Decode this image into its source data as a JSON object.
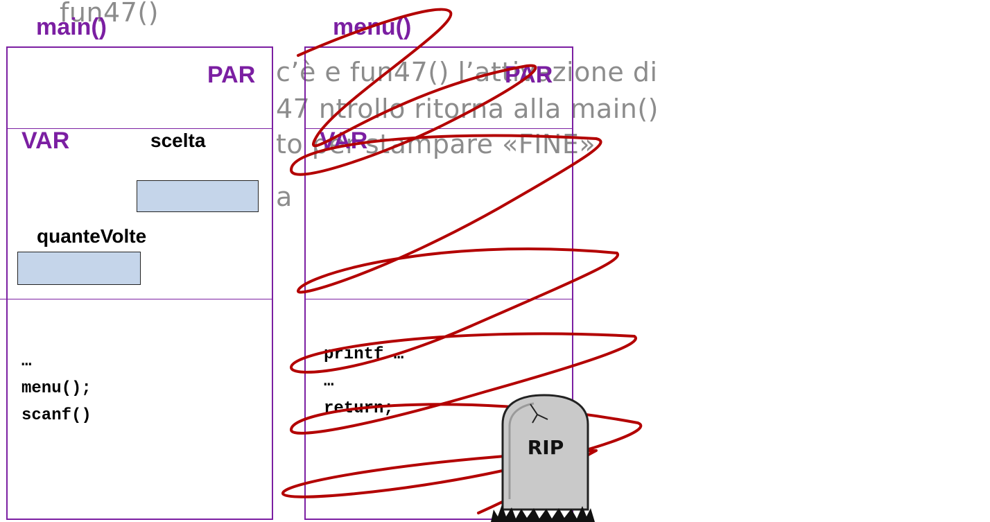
{
  "background_text": {
    "line1": "fun47()",
    "line2": "c’è                 e fun47() l’attivazione di",
    "line3": "47                 ntrollo ritorna alla main()",
    "line4": "to                 per stampare «FINE»",
    "line5": "a"
  },
  "main_frame": {
    "title": "main()",
    "par_label": "PAR",
    "var_label": "VAR",
    "vars": [
      "scelta",
      "quanteVolte"
    ],
    "code_lines": [
      "…",
      "menu();",
      "scanf()"
    ]
  },
  "menu_frame": {
    "title": "menu()",
    "par_label": "PAR",
    "var_label": "VAR",
    "code_lines": [
      "printf …",
      "…",
      "return;"
    ]
  },
  "tombstone": {
    "text": "RIP",
    "icon": "tombstone-icon"
  },
  "colors": {
    "frame": "#7b1fa2",
    "scribble": "#b30000",
    "var_fill": "#c5d5ea",
    "background_text": "#8c8c8c"
  }
}
